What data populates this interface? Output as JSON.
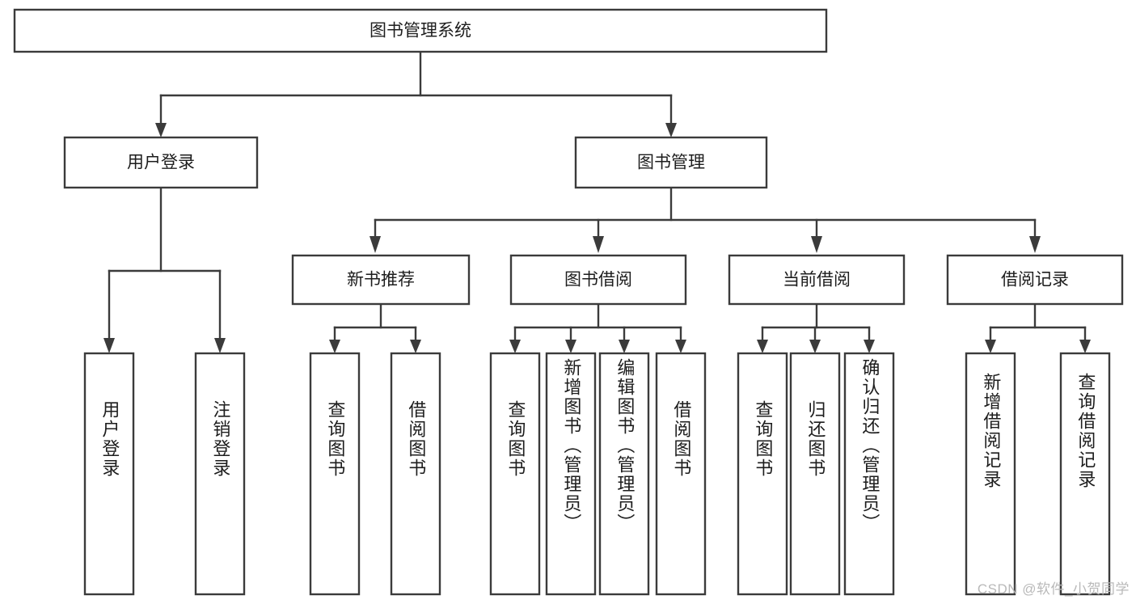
{
  "diagram": {
    "type": "tree",
    "title": "图书管理系统",
    "orientation": "top-down",
    "root": {
      "label": "图书管理系统"
    },
    "level2": [
      {
        "label": "用户登录"
      },
      {
        "label": "图书管理"
      }
    ],
    "level3": [
      {
        "label": "新书推荐"
      },
      {
        "label": "图书借阅"
      },
      {
        "label": "当前借阅"
      },
      {
        "label": "借阅记录"
      }
    ],
    "leaves": {
      "user_login": [
        {
          "label": "用户登录"
        },
        {
          "label": "注销登录"
        }
      ],
      "new_book_recommend": [
        {
          "label": "查询图书"
        },
        {
          "label": "借阅图书"
        }
      ],
      "book_borrow": [
        {
          "label": "查询图书"
        },
        {
          "label": "新增图书（管理员）"
        },
        {
          "label": "编辑图书（管理员）"
        },
        {
          "label": "借阅图书"
        }
      ],
      "current_borrow": [
        {
          "label": "查询图书"
        },
        {
          "label": "归还图书"
        },
        {
          "label": "确认归还（管理员）"
        }
      ],
      "borrow_record": [
        {
          "label": "新增借阅记录"
        },
        {
          "label": "查询借阅记录"
        }
      ]
    }
  },
  "watermark": {
    "text": "CSDN @软件_小贺同学"
  },
  "colors": {
    "background": "#ffffff",
    "stroke": "#3b3b3b",
    "text": "#1d1d1d",
    "watermark": "#b9b9b9"
  }
}
